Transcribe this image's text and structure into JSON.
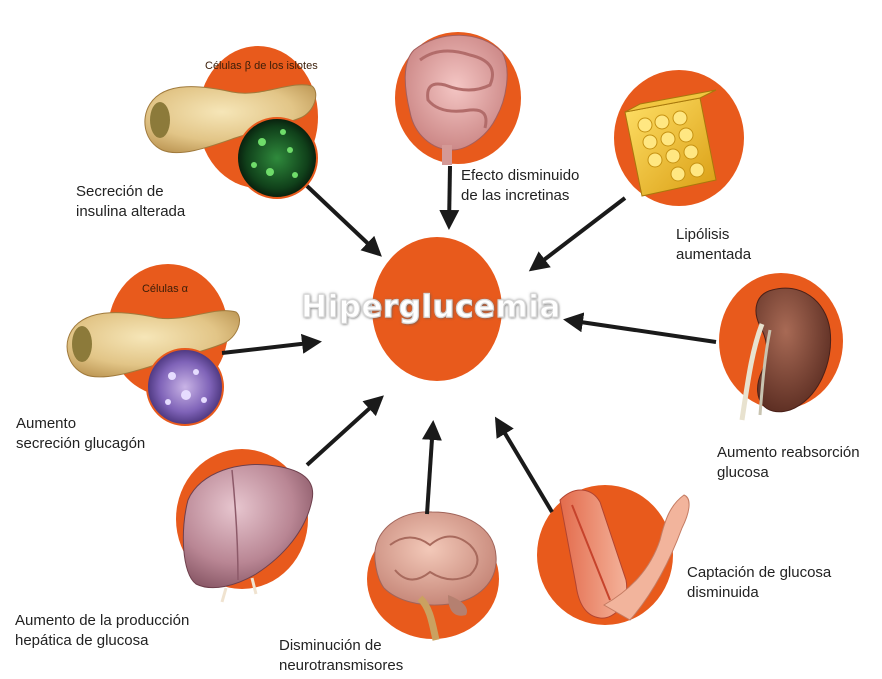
{
  "colors": {
    "accent": "#e85a1c",
    "arrow": "#1a1a1a",
    "text": "#222222"
  },
  "center": {
    "title": "Hiperglucemia"
  },
  "nodes": [
    {
      "id": "pancreas-beta",
      "organ": "pancreas-with-islet-cells",
      "inner_label": "Células β de los islotes",
      "label_lines": [
        "Secreción de",
        "insulina alterada"
      ]
    },
    {
      "id": "intestine",
      "organ": "intestine",
      "label_lines": [
        "Efecto disminuido",
        "de las incretinas"
      ]
    },
    {
      "id": "adipose",
      "organ": "adipose-tissue",
      "label_lines": [
        "Lipólisis",
        "aumentada"
      ]
    },
    {
      "id": "kidney",
      "organ": "kidney",
      "label_lines": [
        "Aumento reabsorción",
        "glucosa"
      ]
    },
    {
      "id": "muscle",
      "organ": "arm-muscle",
      "label_lines": [
        "Captación de glucosa",
        "disminuida"
      ]
    },
    {
      "id": "brain",
      "organ": "brain",
      "label_lines": [
        "Disminución de",
        "neurotransmisores"
      ]
    },
    {
      "id": "liver",
      "organ": "liver",
      "label_lines": [
        "Aumento de la producción",
        "hepática de glucosa"
      ]
    },
    {
      "id": "pancreas-alpha",
      "organ": "pancreas-with-alpha-cells",
      "inner_label": "Células α",
      "label_lines": [
        "Aumento",
        "secreción glucagón"
      ]
    }
  ]
}
